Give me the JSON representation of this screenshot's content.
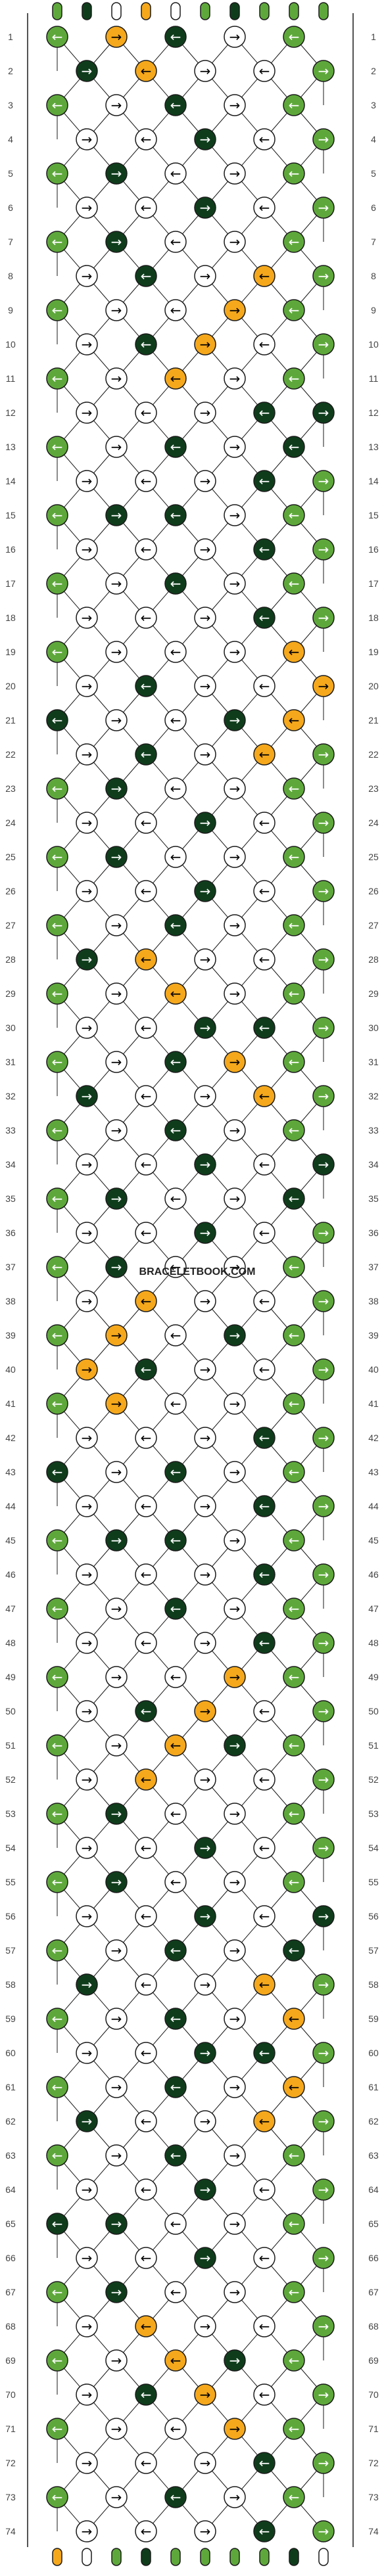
{
  "title": "",
  "watermark": "BRACELETBOOK.COM",
  "colors": {
    "green": "#5ea83b",
    "dark": "#0f3d1c",
    "white": "#ffffff",
    "orange": "#f5a81c",
    "outline": "#1a1a1a"
  },
  "strings": [
    "green",
    "dark",
    "white",
    "orange",
    "white",
    "green",
    "dark",
    "green",
    "green",
    "green"
  ],
  "row_count": 74,
  "row_labels": [
    "1",
    "2",
    "3",
    "4",
    "5",
    "6",
    "7",
    "8",
    "9",
    "10",
    "11",
    "12",
    "13",
    "14",
    "15",
    "16",
    "17",
    "18",
    "19",
    "20",
    "21",
    "22",
    "23",
    "24",
    "25",
    "26",
    "27",
    "28",
    "29",
    "30",
    "31",
    "32",
    "33",
    "34",
    "35",
    "36",
    "37",
    "38",
    "39",
    "40",
    "41",
    "42",
    "43",
    "44",
    "45",
    "46",
    "47",
    "48",
    "49",
    "50",
    "51",
    "52",
    "53",
    "54",
    "55",
    "56",
    "57",
    "58",
    "59",
    "60",
    "61",
    "62",
    "63",
    "64",
    "65",
    "66",
    "67",
    "68",
    "69",
    "70",
    "71",
    "72",
    "73",
    "74"
  ],
  "arrow_glyphs": {
    "right": "→",
    "left": "←"
  },
  "icons": {
    "knot": "knot-icon",
    "string_end": "string-end-icon"
  }
}
